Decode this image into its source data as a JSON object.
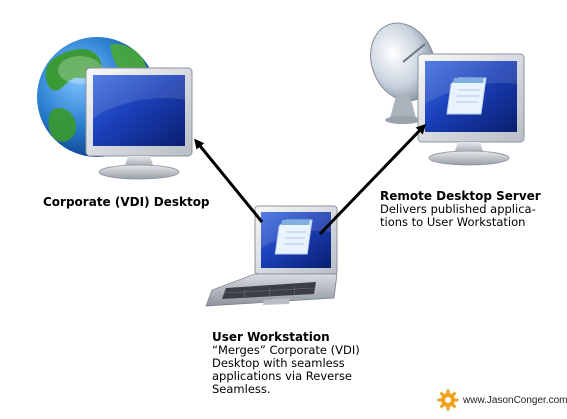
{
  "nodes": {
    "corporate": {
      "label": "Corporate (VDI) Desktop"
    },
    "remote_server": {
      "title": "Remote Desktop Server",
      "lines": [
        "Delivers published applica-",
        "tions to User Workstation"
      ]
    },
    "workstation": {
      "title": "User Workstation",
      "lines": [
        "“Merges” Corporate (VDI)",
        "Desktop with seamless",
        "applications via Reverse",
        "Seamless."
      ]
    }
  },
  "watermark": {
    "text": "www.JasonConger.com"
  },
  "icons": {
    "corporate": [
      "globe-icon",
      "monitor-icon"
    ],
    "remote_server": [
      "satellite-dish-icon",
      "monitor-icon",
      "notepad-icon"
    ],
    "workstation": [
      "laptop-icon",
      "notepad-icon"
    ],
    "watermark": "gear-icon"
  },
  "colors": {
    "screen_blue": "#1a3fb8",
    "arrow": "#000000",
    "globe_ocean": "#2a7fd0",
    "globe_land": "#3a9a2c",
    "gear": "#f0a21a"
  }
}
